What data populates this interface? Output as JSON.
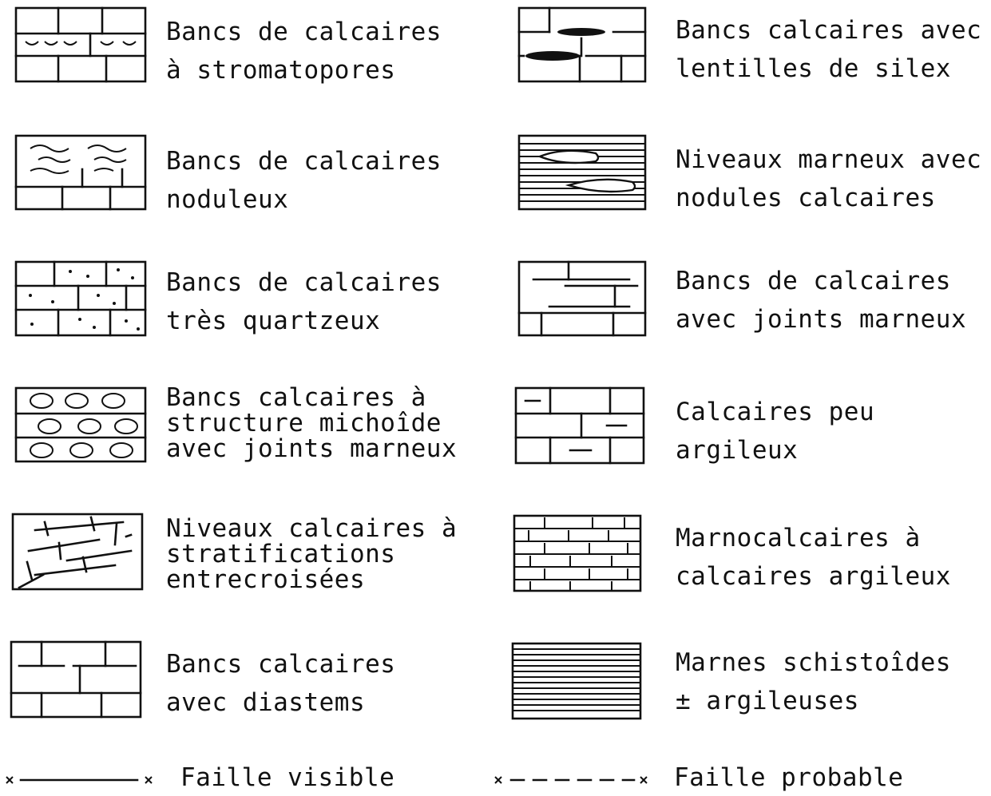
{
  "legend": {
    "left": [
      {
        "symbol": "stromatopore-limestone",
        "lines": [
          "Bancs de calcaires",
          "à stromatopores"
        ]
      },
      {
        "symbol": "nodular-limestone",
        "lines": [
          "Bancs de calcaires",
          "noduleux"
        ]
      },
      {
        "symbol": "quartzose-limestone",
        "lines": [
          "Bancs de calcaires",
          "très quartzeux"
        ]
      },
      {
        "symbol": "michoid-limestone",
        "lines": [
          "Bancs calcaires à",
          "structure michoîde",
          "avec joints marneux"
        ]
      },
      {
        "symbol": "cross-bedded-limestone",
        "lines": [
          "Niveaux calcaires à",
          "stratifications",
          "entrecroisées"
        ]
      },
      {
        "symbol": "diastem-limestone",
        "lines": [
          "Bancs calcaires",
          "avec diastems"
        ]
      }
    ],
    "right": [
      {
        "symbol": "chert-limestone",
        "lines": [
          "Bancs calcaires avec",
          "lentilles de silex"
        ]
      },
      {
        "symbol": "marl-nodules",
        "lines": [
          "Niveaux marneux avec",
          "nodules calcaires"
        ]
      },
      {
        "symbol": "marly-joint-limestone",
        "lines": [
          "Bancs de calcaires",
          "avec joints marneux"
        ]
      },
      {
        "symbol": "slightly-clayey-limestone",
        "lines": [
          "Calcaires peu",
          "argileux"
        ]
      },
      {
        "symbol": "marly-limestone",
        "lines": [
          "Marnocalcaires à",
          "calcaires argileux"
        ]
      },
      {
        "symbol": "schistose-marl",
        "lines": [
          "Marnes schistoîdes",
          "± argileuses"
        ]
      }
    ],
    "faults": [
      {
        "style": "solid",
        "label": "Faille visible"
      },
      {
        "style": "dashed",
        "label": "Faille probable"
      }
    ]
  }
}
